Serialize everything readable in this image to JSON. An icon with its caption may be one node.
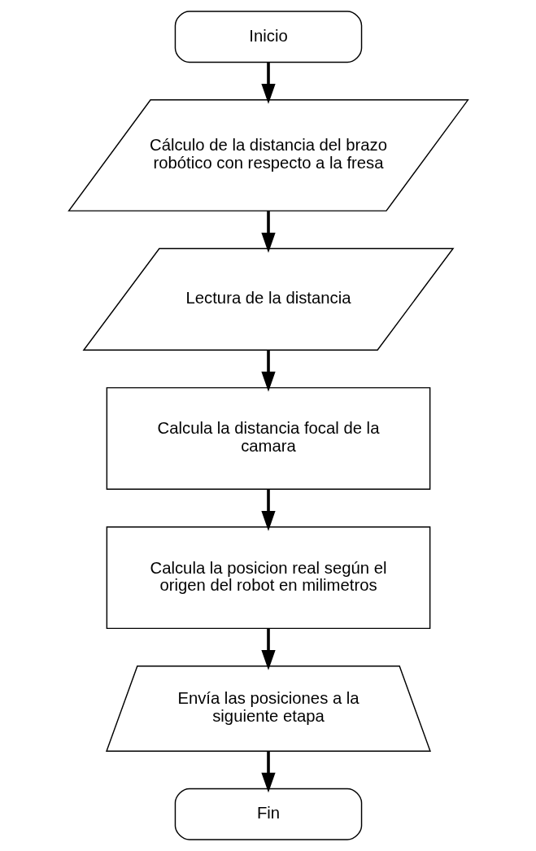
{
  "diagram": {
    "nodes": [
      {
        "text": [
          "Inicio"
        ]
      },
      {
        "text": [
          "Cálculo de la distancia del brazo robótico con respecto a la fresa"
        ]
      },
      {
        "text": [
          "Lectura de la distancia"
        ]
      },
      {
        "text": [
          "Calcula la distancia focal de la camara"
        ]
      },
      {
        "text": [
          "Calcula la posicion real según el origen del robot en milimetros"
        ]
      },
      {
        "text": [
          "Envía las posiciones a la siguiente etapa"
        ]
      },
      {
        "text": [
          "Fin"
        ]
      }
    ],
    "edges": [
      {
        "from": 0,
        "to": 1,
        "arrow": "to"
      },
      {
        "from": 1,
        "to": 2,
        "arrow": "to"
      },
      {
        "from": 2,
        "to": 3,
        "arrow": "to"
      },
      {
        "from": 3,
        "to": 4,
        "arrow": "to"
      },
      {
        "from": 4,
        "to": 5,
        "arrow": "to"
      },
      {
        "from": 5,
        "to": 6,
        "arrow": "to"
      }
    ]
  }
}
